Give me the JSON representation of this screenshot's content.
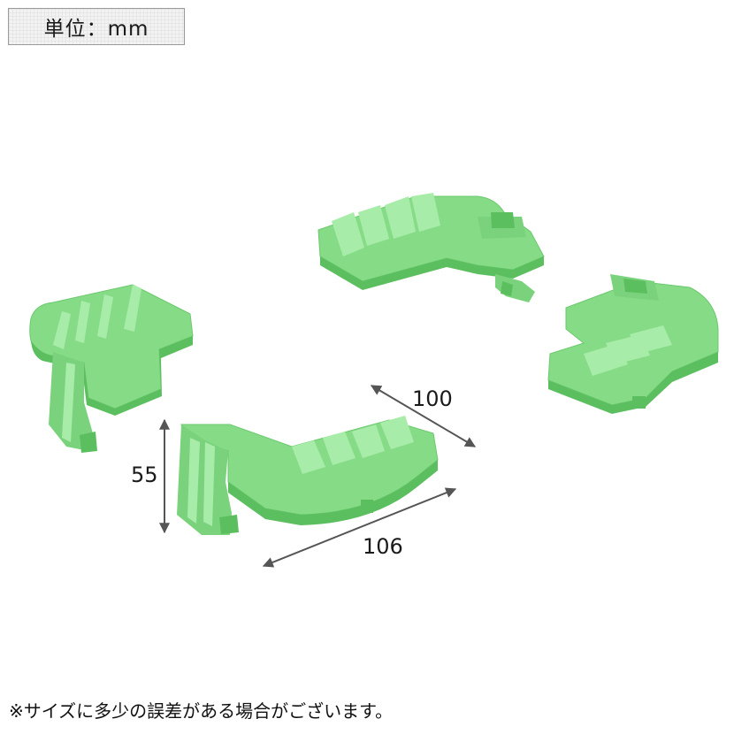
{
  "unit_label": "単位：mm",
  "dimensions": {
    "height": "55",
    "width": "106",
    "depth": "100"
  },
  "parts": [
    {
      "name": "corner-piece-front-left"
    },
    {
      "name": "corner-piece-back-right"
    },
    {
      "name": "corner-piece-right"
    },
    {
      "name": "corner-piece-front-center"
    }
  ],
  "colors": {
    "part_fill": "#86dc86",
    "part_shadow": "#5cbf5f",
    "part_highlight": "#a8ecaa",
    "dimension_line": "#555555"
  },
  "footnote": "※サイズに多少の誤差がある場合がございます。"
}
